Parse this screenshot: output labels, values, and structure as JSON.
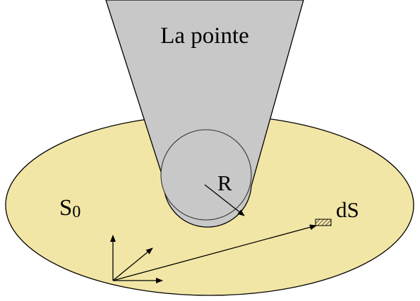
{
  "labels": {
    "tip": "La pointe",
    "radius": "R",
    "surface_s": "S",
    "surface_sub": "0",
    "element": "dS"
  },
  "colors": {
    "surface_fill": "#f2e6a6",
    "tip_fill": "#c8c8c8",
    "stroke": "#000000",
    "background": "#ffffff"
  }
}
